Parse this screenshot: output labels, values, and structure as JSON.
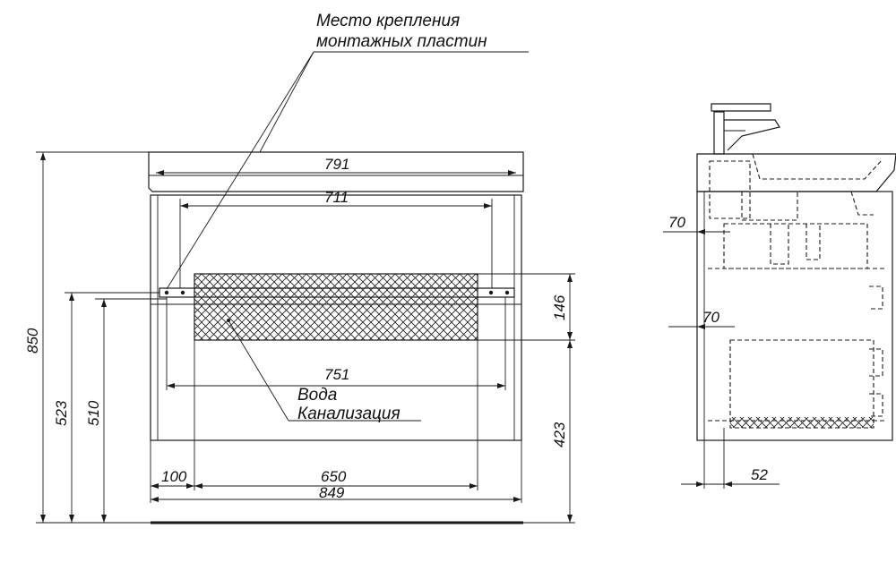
{
  "annotations": {
    "mount_line1": "Место крепления",
    "mount_line2": "монтажных пластин",
    "water": "Вода",
    "sewer": "Канализация"
  },
  "dimensions": {
    "top_width": "791",
    "inner_width": "711",
    "pipe_width": "751",
    "left_offset": "100",
    "zone_width": "650",
    "total_width": "849",
    "height_total": "850",
    "height_523": "523",
    "height_510": "510",
    "zone_height": "146",
    "height_423": "423",
    "side_70_top": "70",
    "side_70_mid": "70",
    "side_52": "52"
  },
  "colors": {
    "line": "#1a1a1a",
    "background": "#ffffff"
  }
}
